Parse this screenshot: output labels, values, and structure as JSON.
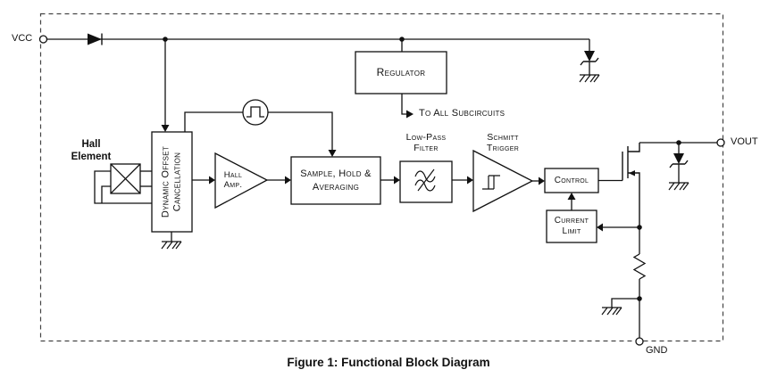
{
  "caption": "Figure 1: Functional Block Diagram",
  "terminals": {
    "vcc": "VCC",
    "vout": "VOUT",
    "gnd": "GND"
  },
  "labels": {
    "hall_element": "Hall\nElement",
    "to_all_subcircuits": "To All Subcircuits",
    "low_pass_filter": "Low-Pass\nFilter",
    "schmitt_trigger": "Schmitt\nTrigger"
  },
  "blocks": {
    "regulator": "Regulator",
    "dynamic_offset_cancellation": "Dynamic Offset\nCancellation",
    "hall_amp": "Hall\nAmp.",
    "sample_hold": "Sample, Hold &\nAveraging",
    "control": "Control",
    "current_limit": "Current\nLimit"
  },
  "colors": {
    "line": "#111111",
    "background": "#ffffff"
  }
}
